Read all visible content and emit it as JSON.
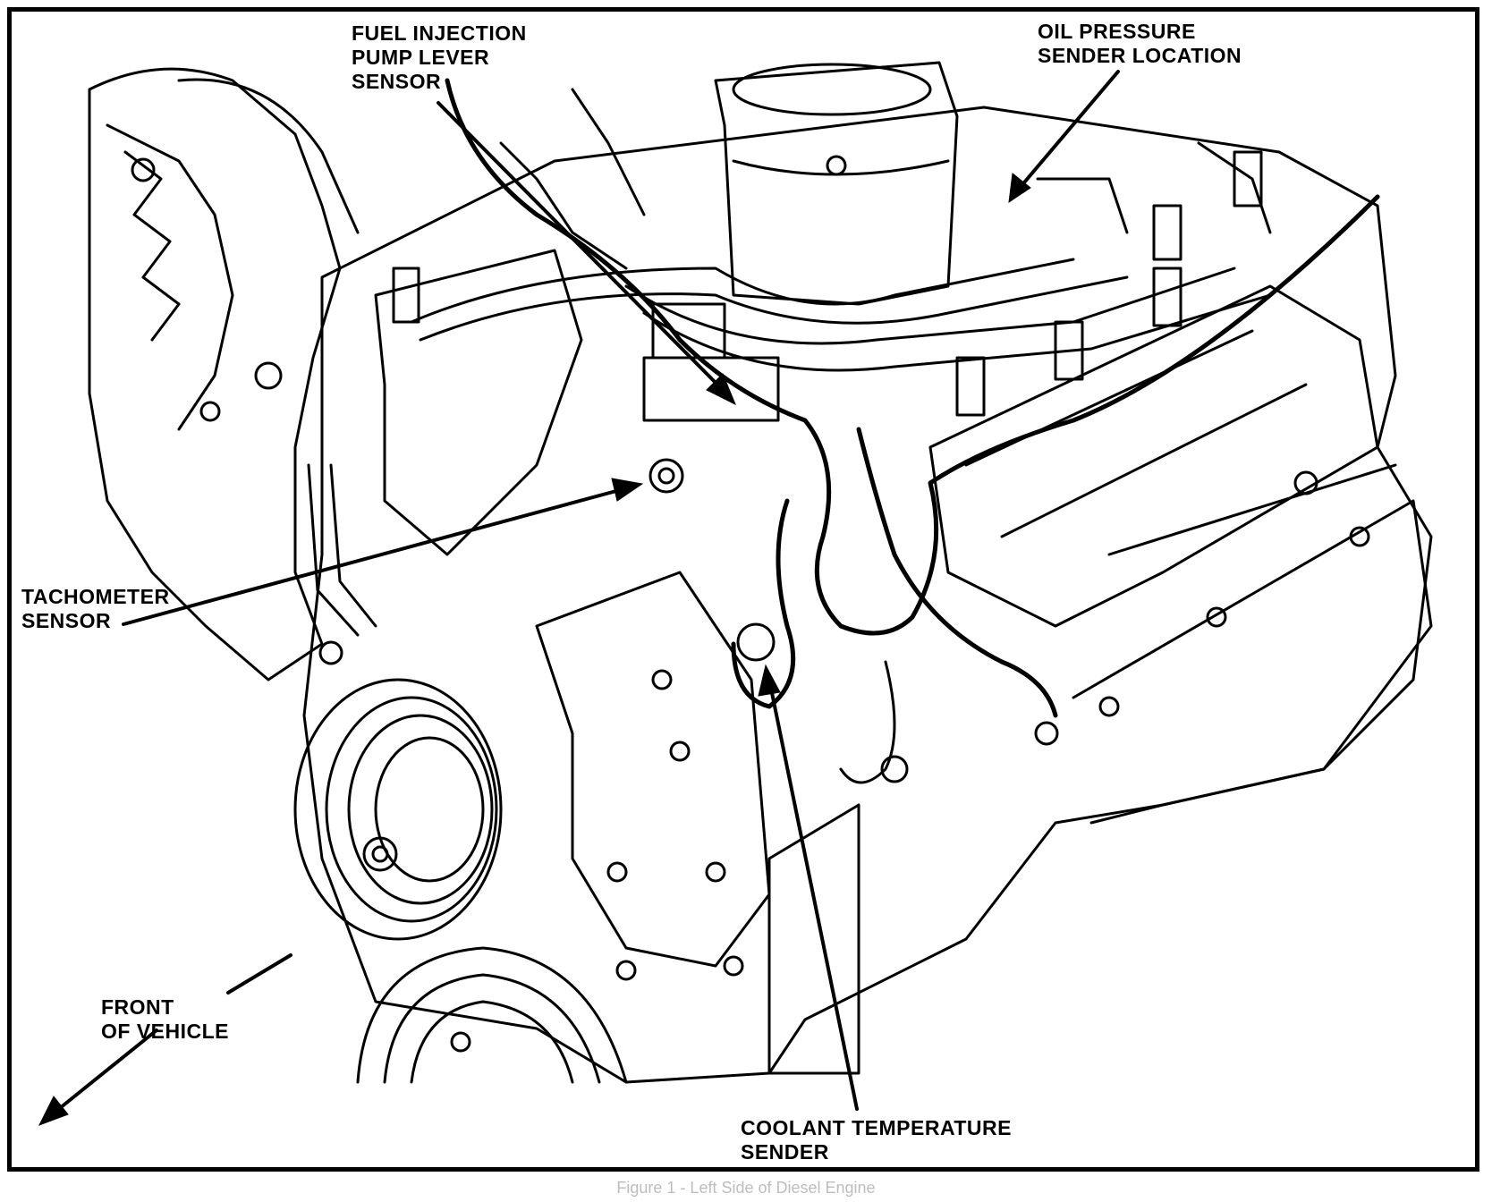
{
  "labels": {
    "fuel_injection": [
      "FUEL INJECTION",
      "PUMP LEVER",
      "SENSOR"
    ],
    "oil_pressure": [
      "OIL PRESSURE",
      "SENDER LOCATION"
    ],
    "tachometer": [
      "TACHOMETER",
      "SENSOR"
    ],
    "front": [
      "FRONT",
      "OF VEHICLE"
    ],
    "coolant": [
      "COOLANT TEMPERATURE",
      "SENDER"
    ]
  },
  "caption": "Figure 1 - Left Side of Diesel Engine",
  "colors": {
    "ink": "#000000",
    "paper": "#ffffff",
    "caption": "#bdbdbd"
  }
}
